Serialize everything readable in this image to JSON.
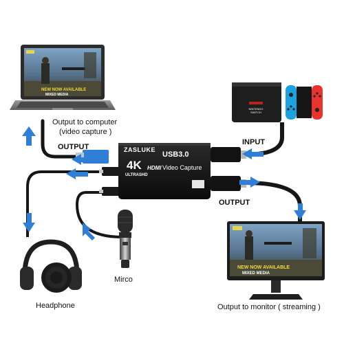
{
  "labels": {
    "output_computer_line1": "Output to computer",
    "output_computer_line2": "(video capture )",
    "output_left": "OUTPUT",
    "input": "INPUT",
    "output_right": "OUTPUT",
    "headphone": "Headphone",
    "mic": "Mirco",
    "monitor": "Output to monitor ( streaming )"
  },
  "device": {
    "brand": "ZASLUKE",
    "usb": "USB3.0",
    "resolution": "4K",
    "resolution_sub": "ULTRASHD",
    "hdmi": "HDMI",
    "capture": "Video Capture"
  },
  "switch": {
    "brand": "NINTENDO",
    "model": "SWITCH"
  },
  "game_screen": {
    "banner_line1": "NEW NOW AVAILABLE",
    "banner_line2": "MIXED MEDIA"
  },
  "colors": {
    "arrow_blue": "#2f7fd6",
    "cable_black": "#161616",
    "device_body": "#151515",
    "joycon_blue": "#1aa3e0",
    "joycon_red": "#e8332e",
    "usb_blue": "#2f7fd6"
  }
}
